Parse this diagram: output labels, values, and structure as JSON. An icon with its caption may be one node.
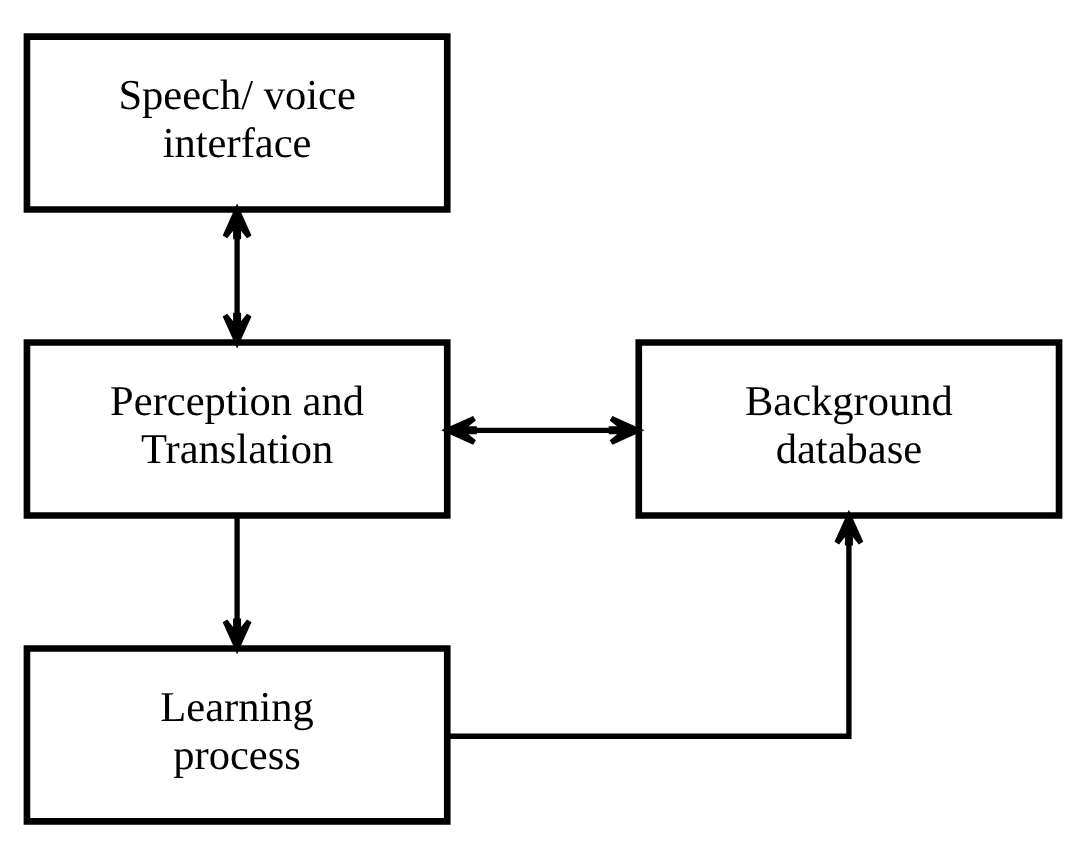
{
  "diagram": {
    "nodes": [
      {
        "text": [
          "Speech/ voice interface"
        ]
      },
      {
        "text": [
          "Perception and Translation"
        ]
      },
      {
        "text": [
          "Background database"
        ]
      },
      {
        "text": [
          "Learning process"
        ]
      }
    ],
    "edges": [
      {
        "from": 0,
        "to": 1,
        "arrow": "both"
      },
      {
        "from": 1,
        "to": 2,
        "arrow": "both"
      },
      {
        "from": 1,
        "to": 3,
        "arrow": "to"
      },
      {
        "from": 3,
        "to": 2,
        "arrow": "to"
      }
    ]
  }
}
